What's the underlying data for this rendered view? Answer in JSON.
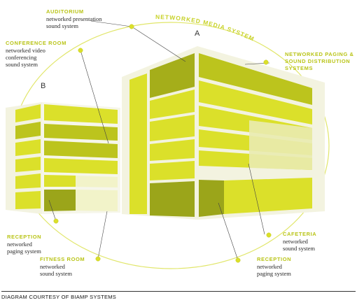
{
  "title": "NETWORKED MEDIA SYSTEM",
  "buildings": {
    "a": "A",
    "b": "B"
  },
  "colors": {
    "ring": "#e1e66a",
    "accent": "#b9c417",
    "bright": "#dbe02a",
    "olive": "#9ba51a",
    "pale": "#f2f3c9"
  },
  "labels": {
    "auditorium": {
      "heading": "AUDITORIUM",
      "desc": [
        "networked presentation",
        "sound system"
      ]
    },
    "conference": {
      "heading": "CONFERENCE ROOM",
      "desc": [
        "networked video",
        "conferencing",
        "sound system"
      ]
    },
    "paging": {
      "heading": [
        "NETWORKED PAGING &",
        "SOUND DISTRIBUTION",
        "SYSTEMS"
      ]
    },
    "reception_left": {
      "heading": "RECEPTION",
      "desc": [
        "networked",
        "paging system"
      ]
    },
    "fitness": {
      "heading": "FITNESS ROOM",
      "desc": [
        "networked",
        "sound system"
      ]
    },
    "cafeteria": {
      "heading": "CAFETERIA",
      "desc": [
        "networked",
        "sound system"
      ]
    },
    "reception_right": {
      "heading": "RECEPTION",
      "desc": [
        "networked",
        "paging system"
      ]
    }
  },
  "caption": "DIAGRAM COURTESY OF BIAMP SYSTEMS"
}
